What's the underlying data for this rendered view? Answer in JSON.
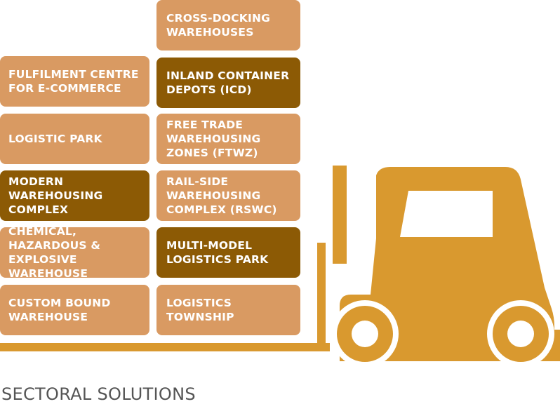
{
  "colors": {
    "light_box": "#d99a62",
    "dark_box": "#8c5a05",
    "forklift": "#d9992f",
    "caption": "#555555"
  },
  "left_column": [
    {
      "label": "FULFILMENT CENTRE\nFOR E-COMMERCE",
      "style": "light"
    },
    {
      "label": "LOGISTIC PARK",
      "style": "light"
    },
    {
      "label": "MODERN\nWAREHOUSING\nCOMPLEX",
      "style": "dark"
    },
    {
      "label": "CHEMICAL,\nHAZARDOUS &\nEXPLOSIVE WAREHOUSE",
      "style": "light"
    },
    {
      "label": "CUSTOM BOUND\nWAREHOUSE",
      "style": "light"
    }
  ],
  "right_column": [
    {
      "label": "CROSS-DOCKING\nWAREHOUSES",
      "style": "light"
    },
    {
      "label": "INLAND CONTAINER\nDEPOTS (ICD)",
      "style": "dark"
    },
    {
      "label": "FREE TRADE\nWAREHOUSING\nZONES (FTWZ)",
      "style": "light"
    },
    {
      "label": "RAIL-SIDE\nWAREHOUSING\nCOMPLEX (RSWC)",
      "style": "light"
    },
    {
      "label": "MULTI-MODEL\nLOGISTICS PARK",
      "style": "dark"
    },
    {
      "label": "LOGISTICS\nTOWNSHIP",
      "style": "light"
    }
  ],
  "caption": "SECTORAL SOLUTIONS",
  "icons": [
    "forklift-icon"
  ]
}
